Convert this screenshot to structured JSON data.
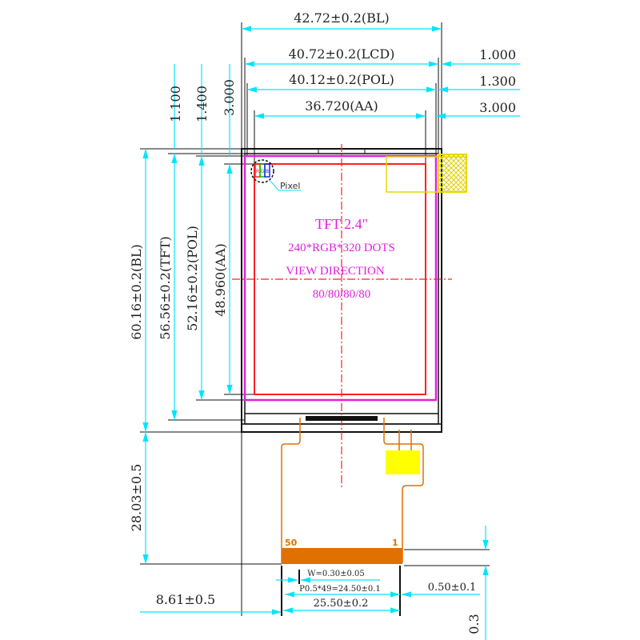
{
  "top_dims": {
    "bl": "42.72±0.2(BL)",
    "lcd": "40.72±0.2(LCD)",
    "pol": "40.12±0.2(POL)",
    "aa": "36.720(AA)",
    "right_1": "1.000",
    "right_2": "1.300",
    "right_3": "3.000"
  },
  "left_dims": {
    "top_1": "1.100",
    "top_2": "1.400",
    "top_3": "3.000",
    "bl": "60.16±0.2(BL)",
    "tft": "56.56±0.2(TFT)",
    "pol": "52.16±0.2(POL)",
    "aa": "48.960(AA)",
    "fpc_length": "28.03±0.5",
    "fpc_offset": "8.61±0.5"
  },
  "display": {
    "title": "TFT 2.4\"",
    "resolution": "240*RGB*320 DOTS",
    "view_label": "VIEW DIRECTION",
    "view_value": "80/80/80/80",
    "pixel_label": "Pixel",
    "pixel_rgb": [
      "R",
      "G",
      "B"
    ]
  },
  "fpc": {
    "pin_first": "50",
    "pin_last": "1",
    "width": "W=0.30±0.05",
    "pitch": "P0.5*49=24.50±0.1",
    "total": "25.50±0.2",
    "margin": "0.50±0.1",
    "thickness": "0.3"
  },
  "colors": {
    "dimension": "#00e5ff",
    "pol": "#e020e0",
    "active_area": "#ff2020",
    "fpc": "#e07000",
    "stiffener": "#ffff00"
  }
}
